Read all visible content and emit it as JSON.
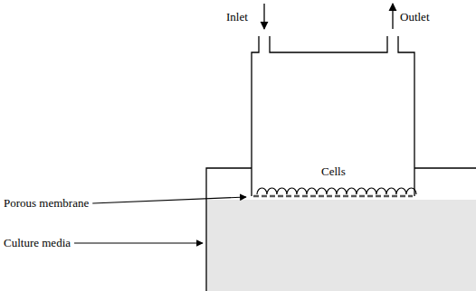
{
  "diagram": {
    "nodes": [
      {
        "text": [
          "Cells"
        ]
      }
    ],
    "labels": [
      "Inlet",
      "Outlet",
      "Porous membrane",
      "Culture media"
    ]
  }
}
